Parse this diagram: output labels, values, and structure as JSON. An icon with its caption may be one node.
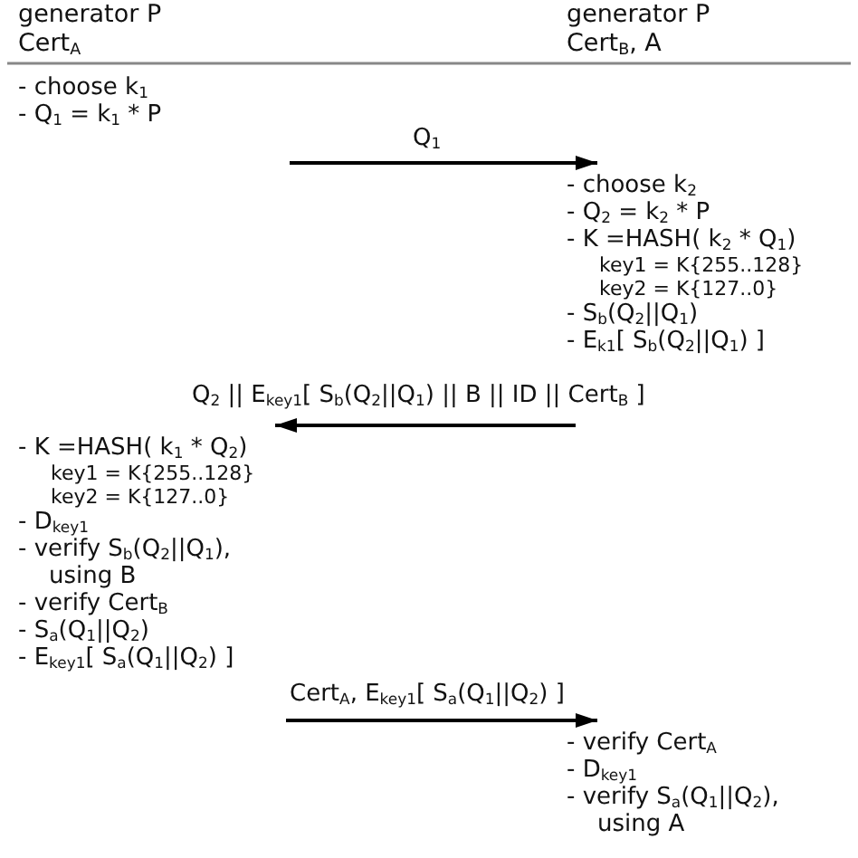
{
  "diagram": {
    "nodes": [
      {
        "text": [
          "- choose k$_{1}$",
          "- Q$_{1}$ = k$_{1}$ * P"
        ]
      },
      {
        "text": [
          "- choose k$_{2}$",
          "- Q$_{2}$ = k$_{2}$ * P",
          "- K =HASH( k$_{2}$ * Q$_{1}$)",
          "key1 = K{255..128}",
          "key2 = K{127..0}",
          "- S$_{b}$(Q$_{2}$||Q$_{1}$)",
          "- E$_{k1}$[ S$_{b}$(Q$_{2}$||Q$_{1}$) ]"
        ]
      },
      {
        "text": [
          "- K =HASH( k$_{1}$ * Q$_{2}$)",
          "key1 = K{255..128}",
          "key2 = K{127..0}",
          "- D$_{key1}$",
          "- verify S$_{b}$(Q$_{2}$||Q$_{1}$), using B",
          "- verify Cert$_{B}$",
          "- S$_{a}$(Q$_{1}$||Q$_{2}$)",
          "- E$_{key1}$[ S$_{a}$(Q$_{1}$||Q$_{2}$) ]"
        ]
      },
      {
        "text": [
          "- verify Cert$_{A}$",
          "- D$_{key1}$",
          "- verify S$_{a}$(Q$_{1}$||Q$_{2}$), using A"
        ]
      }
    ],
    "edges": [
      {
        "from": null,
        "to": 1,
        "arrow": "to",
        "label": "Q$_{1}$"
      },
      {
        "from": null,
        "to": 2,
        "arrow": "to",
        "label": "Q$_{2}$ || E$_{key1}$[ S$_{b}$(Q$_{2}$||Q$_{1}$) ||  B || ID || Cert$_{B}$ ]"
      },
      {
        "from": null,
        "to": 3,
        "arrow": "to",
        "label": "Cert$_{A}$, E$_{key1}$[ S$_{a}$(Q$_{1}$||Q$_{2}$) ]"
      }
    ],
    "labels": [
      "generator P",
      "generator P",
      "Cert$_{A}$",
      "Cert$_{B}$, A"
    ]
  }
}
